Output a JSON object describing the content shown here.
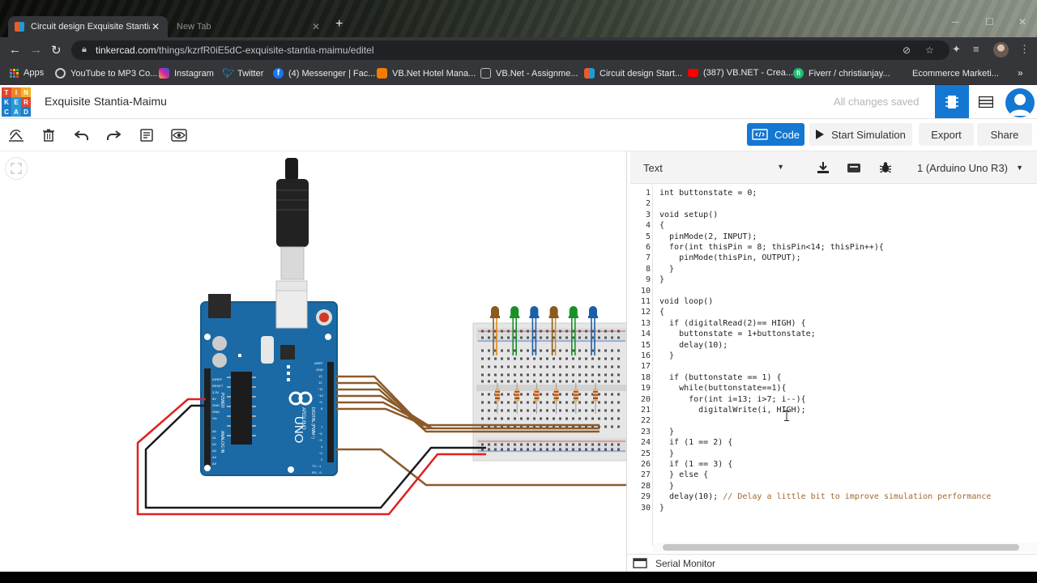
{
  "browser": {
    "tabs": [
      {
        "title": "Circuit design Exquisite Stantia-M",
        "close": "✕"
      },
      {
        "title": "New Tab",
        "close": "✕"
      }
    ],
    "new_tab": "+",
    "url_host": "tinkercad.com",
    "url_path": "/things/kzrfR0iE5dC-exquisite-stantia-maimu/editel",
    "bookmarks": [
      {
        "label": "Apps",
        "color": "#e8eaed"
      },
      {
        "label": "YouTube to MP3 Co...",
        "color": "#e5e5e5"
      },
      {
        "label": "Instagram",
        "color": "#d6249f"
      },
      {
        "label": "Twitter",
        "color": "#1da1f2"
      },
      {
        "label": "(4) Messenger | Fac...",
        "color": "#1877f2"
      },
      {
        "label": "VB.Net Hotel Mana...",
        "color": "#f57c00"
      },
      {
        "label": "VB.Net - Assignme...",
        "color": "#bdbdbd"
      },
      {
        "label": "Circuit design Start...",
        "color": "#e85c2e"
      },
      {
        "label": "(387) VB.NET - Crea...",
        "color": "#ff0000"
      },
      {
        "label": "Fiverr / christianjay...",
        "color": "#1dbf73"
      },
      {
        "label": "Ecommerce Marketi...",
        "color": "#35363a"
      }
    ]
  },
  "app": {
    "logo_letters": [
      "T",
      "I",
      "N",
      "K",
      "E",
      "R",
      "C",
      "A",
      "D"
    ],
    "design_title": "Exquisite Stantia-Maimu",
    "save_status": "All changes saved"
  },
  "toolbar": {
    "code_label": "Code",
    "start_sim_label": "Start Simulation",
    "export_label": "Export",
    "share_label": "Share"
  },
  "code_panel": {
    "mode": "Text",
    "device": "1 (Arduino Uno R3)",
    "serial_monitor": "Serial Monitor",
    "lines": [
      {
        "n": "1",
        "text": "int buttonstate = 0;"
      },
      {
        "n": "2",
        "text": ""
      },
      {
        "n": "3",
        "text": "void setup()"
      },
      {
        "n": "4",
        "text": "{"
      },
      {
        "n": "5",
        "text": "  pinMode(2, INPUT);"
      },
      {
        "n": "6",
        "text": "  for(int thisPin = 8; thisPin<14; thisPin++){"
      },
      {
        "n": "7",
        "text": "    pinMode(thisPin, OUTPUT);"
      },
      {
        "n": "8",
        "text": "  }"
      },
      {
        "n": "9",
        "text": "}"
      },
      {
        "n": "10",
        "text": ""
      },
      {
        "n": "11",
        "text": "void loop()"
      },
      {
        "n": "12",
        "text": "{"
      },
      {
        "n": "13",
        "text": "  if (digitalRead(2)== HIGH) {"
      },
      {
        "n": "14",
        "text": "    buttonstate = 1+buttonstate;"
      },
      {
        "n": "15",
        "text": "    delay(10);"
      },
      {
        "n": "16",
        "text": "  }"
      },
      {
        "n": "17",
        "text": ""
      },
      {
        "n": "18",
        "text": "  if (buttonstate == 1) {"
      },
      {
        "n": "19",
        "text": "    while(buttonstate==1){"
      },
      {
        "n": "20",
        "text": "      for(int i=13; i>7; i--){"
      },
      {
        "n": "21",
        "text": "        digitalWrite(i, HIGH);"
      },
      {
        "n": "22",
        "text": ""
      },
      {
        "n": "23",
        "text": "  }"
      },
      {
        "n": "24",
        "text": "  if (1 == 2) {"
      },
      {
        "n": "25",
        "text": "  }"
      },
      {
        "n": "26",
        "text": "  if (1 == 3) {"
      },
      {
        "n": "27",
        "text": "  } else {"
      },
      {
        "n": "28",
        "text": "  }"
      },
      {
        "n": "29",
        "text": "  delay(10); ",
        "comment": "// Delay a little bit to improve simulation performance"
      },
      {
        "n": "30",
        "text": "}"
      }
    ]
  },
  "circuit": {
    "arduino": {
      "brand": "ARDUINO",
      "model": "UNO",
      "digital_label": "DIGITAL (PWM~)",
      "power_label": "POWER",
      "analog_label": "ANALOG IN",
      "pins_right": [
        "AREF",
        "GND",
        "13",
        "12",
        "~11",
        "~10",
        "~9",
        "8",
        "7",
        "~6",
        "~5",
        "4",
        "~3",
        "2",
        "TX→1",
        "RX←0"
      ],
      "pins_left": [
        "IOREF",
        "RESET",
        "3.3V",
        "5V",
        "GND",
        "GND",
        "Vin",
        "A0",
        "A1",
        "A2",
        "A3",
        "A4",
        "A5"
      ]
    },
    "led_colors": [
      "#8b5a1e",
      "#1a8f2a",
      "#1b5fa8",
      "#8b5a1e",
      "#1a8f2a",
      "#1b5fa8"
    ],
    "wire_colors": {
      "signal": "#8b5a2b",
      "power": "#e02020",
      "ground": "#1a1a1a"
    }
  }
}
